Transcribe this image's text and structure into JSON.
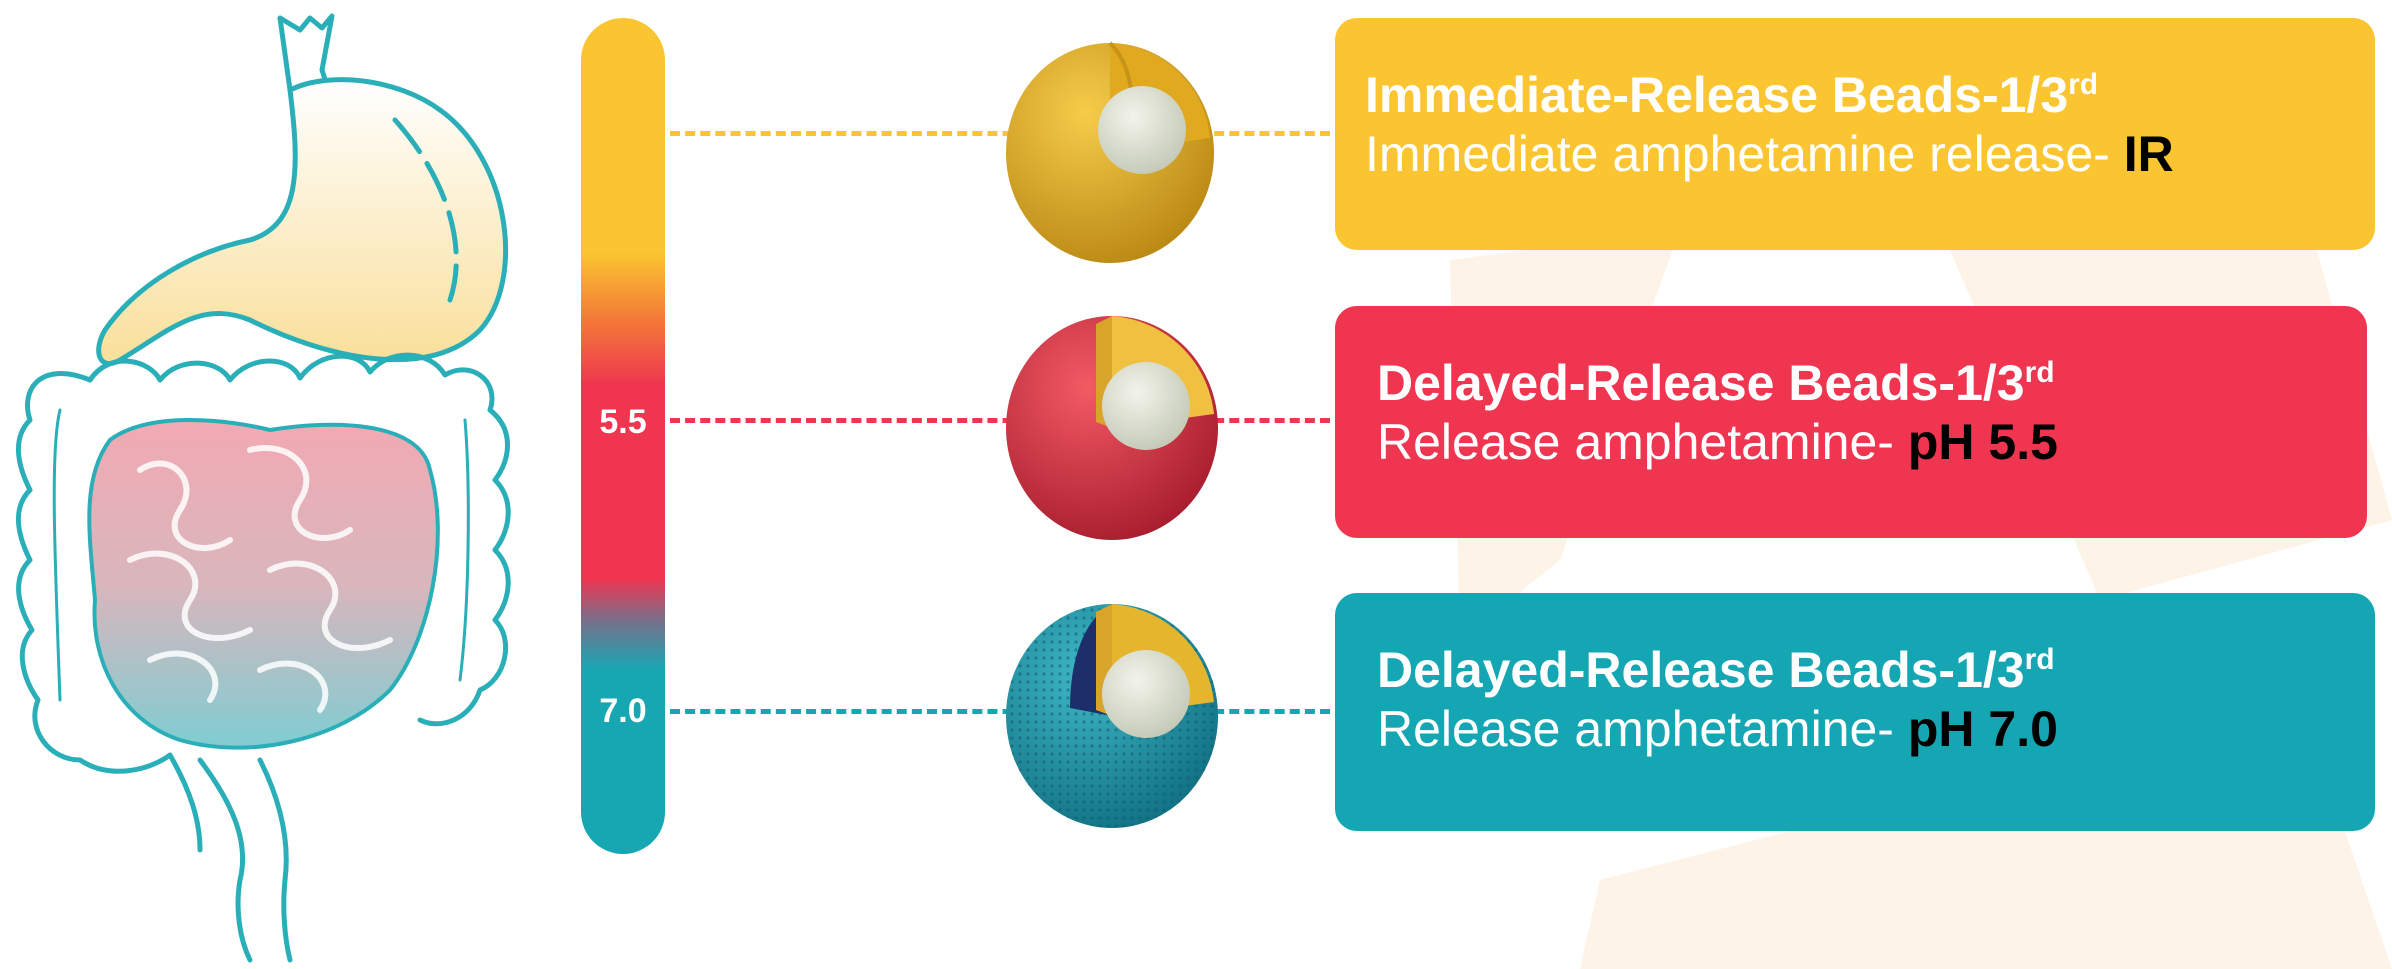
{
  "colors": {
    "yellow": "#fbc531",
    "red": "#ef3550",
    "teal": "#14a6b2",
    "organ_outline": "#2aafb8"
  },
  "ph_scale": {
    "labels": [
      "5.5",
      "7.0"
    ]
  },
  "beads": [
    {
      "title": "Immediate-Release Beads-1/3",
      "title_sup": "rd",
      "desc": "Immediate amphetamine release- ",
      "emphasis": "IR",
      "color": "#fbc531",
      "icon": "bead-yellow-coating-cutaway"
    },
    {
      "title": "Delayed-Release Beads-1/3",
      "title_sup": "rd",
      "desc": "Release amphetamine- ",
      "emphasis": "pH 5.5",
      "color": "#ef3550",
      "icon": "bead-red-coating-cutaway"
    },
    {
      "title": "Delayed-Release Beads-1/3",
      "title_sup": "rd",
      "desc": "Release amphetamine- ",
      "emphasis": "pH 7.0",
      "color": "#14a6b2",
      "icon": "bead-teal-coating-cutaway"
    }
  ],
  "illustration": {
    "icon": "digestive-tract-icon"
  }
}
